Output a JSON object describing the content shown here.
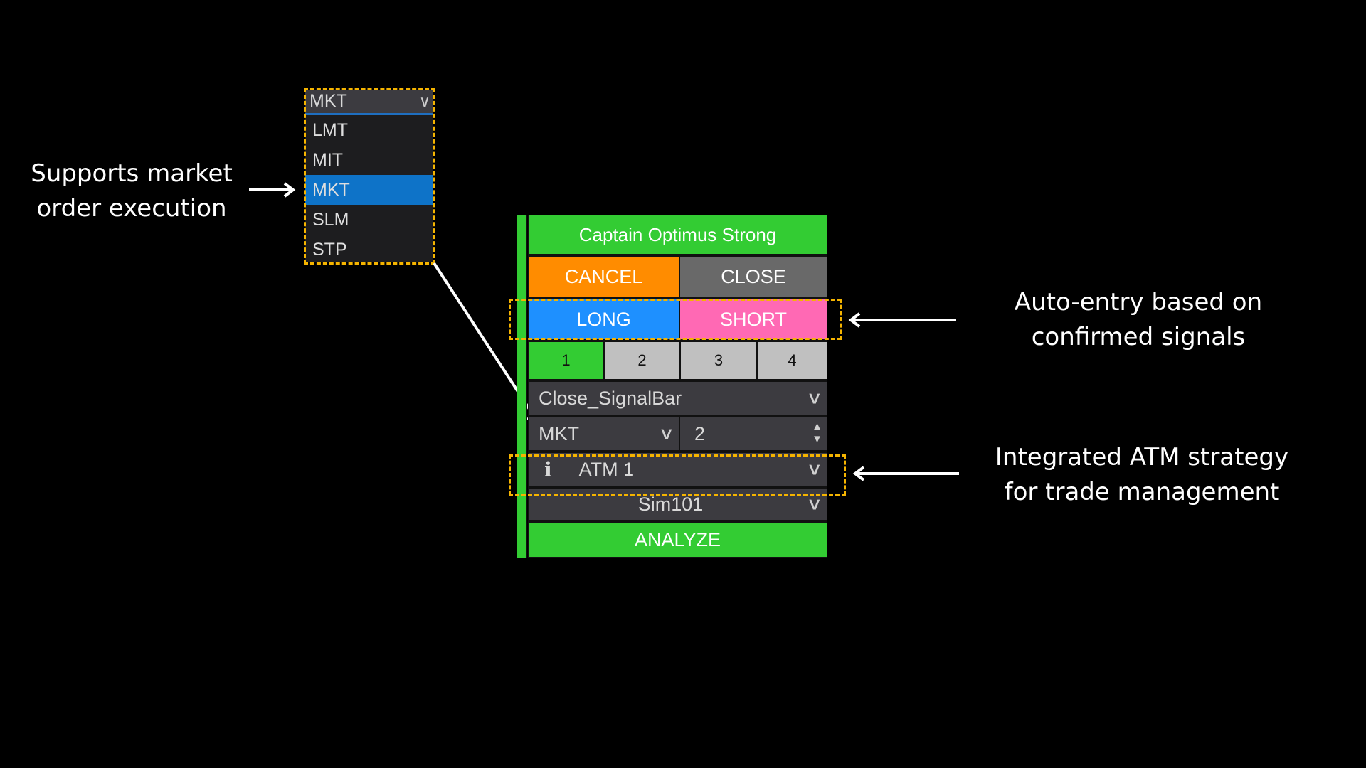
{
  "annotations": {
    "left": {
      "line1": "Supports market",
      "line2": "order execution"
    },
    "right_top": {
      "line1": "Auto-entry based on",
      "line2": "confirmed signals"
    },
    "right_bottom": {
      "line1": "Integrated ATM strategy",
      "line2": "for trade management"
    }
  },
  "order_type_dropdown": {
    "selected": "MKT",
    "options": [
      "LMT",
      "MIT",
      "MKT",
      "SLM",
      "STP"
    ],
    "highlighted": "MKT"
  },
  "panel": {
    "title": "Captain Optimus Strong",
    "cancel_label": "CANCEL",
    "close_label": "CLOSE",
    "long_label": "LONG",
    "short_label": "SHORT",
    "number_tabs": [
      "1",
      "2",
      "3",
      "4"
    ],
    "active_tab": "1",
    "signal_select": "Close_SignalBar",
    "order_type": "MKT",
    "quantity": "2",
    "info_icon": "i",
    "atm_strategy": "ATM 1",
    "account": "Sim101",
    "analyze_label": "ANALYZE"
  },
  "colors": {
    "green": "#33cc33",
    "orange": "#ff8c00",
    "gray": "#696969",
    "blue": "#1e90ff",
    "pink": "#ff69b4",
    "tab_gray": "#c0c0c0",
    "select_bg": "#3c3b40",
    "highlight": "#f5b400",
    "dropdown_selected": "#0e73c8"
  }
}
